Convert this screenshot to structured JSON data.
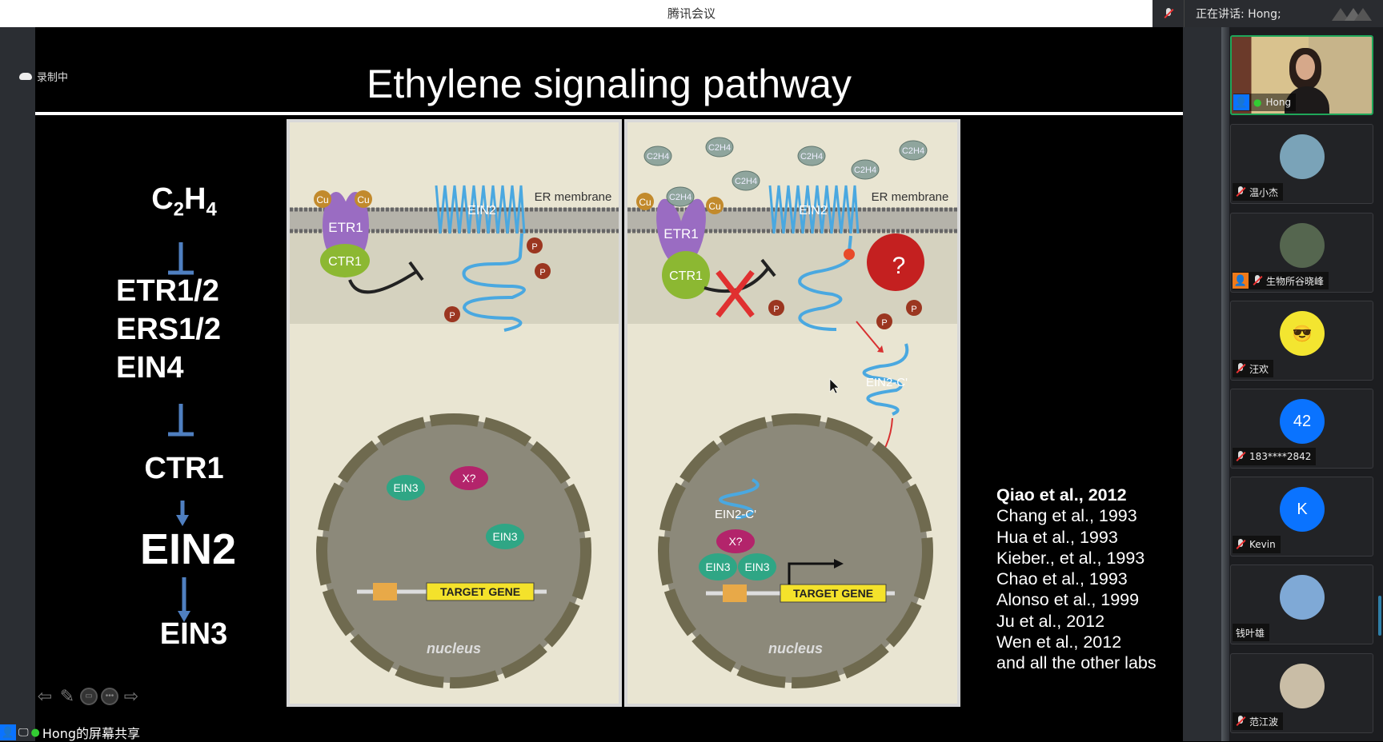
{
  "app": {
    "title": "腾讯会议",
    "speaking": "正在讲话: Hong;",
    "recording": "录制中",
    "share_label": "Hong的屏幕共享"
  },
  "slide": {
    "title": "Ethylene signaling pathway",
    "pathway": {
      "c2h4": "C",
      "c2h4_sub1": "2",
      "c2h4_h": "H",
      "c2h4_sub2": "4",
      "receptors": [
        "ETR1/2",
        "ERS1/2",
        "EIN4"
      ],
      "ctr1": "CTR1",
      "ein2": "EIN2",
      "ein3": "EIN3"
    },
    "references": [
      "Qiao et al., 2012",
      "Chang et al., 1993",
      "Hua et al., 1993",
      "Kieber., et al., 1993",
      "Chao et al., 1993",
      "Alonso et al., 1999",
      "Ju et al., 2012",
      "Wen et al., 2012",
      "and all the other labs"
    ],
    "diagram": {
      "cu": "Cu",
      "etr1": "ETR1",
      "ctr1": "CTR1",
      "ein2": "EIN2",
      "er_membrane": "ER membrane",
      "p": "P",
      "ein3": "EIN3",
      "x": "X?",
      "target_gene": "TARGET GENE",
      "nucleus": "nucleus",
      "c2h4": "C2H4",
      "question": "?",
      "ein2c": "EIN2-C'"
    }
  },
  "participants": [
    {
      "name": "Hong",
      "type": "video",
      "active": true
    },
    {
      "name": "温小杰",
      "type": "photo",
      "color": "#7aa3b8"
    },
    {
      "name": "生物所谷晓峰",
      "type": "photo",
      "color": "#55664f"
    },
    {
      "name": "汪欢",
      "type": "emoji",
      "color": "#f3e530"
    },
    {
      "name": "183****2842",
      "type": "initial",
      "initial": "42",
      "color": "#0a73ff"
    },
    {
      "name": "Kevin",
      "type": "initial",
      "initial": "K",
      "color": "#0a73ff"
    },
    {
      "name": "钱叶雄",
      "type": "photo",
      "color": "#7fa9d6"
    },
    {
      "name": "范江波",
      "type": "photo",
      "color": "#c9bda6"
    }
  ],
  "colors": {
    "accent": "#0a73ff",
    "active_border": "#1fa75a",
    "panel_bg": "#e9e5d2"
  }
}
